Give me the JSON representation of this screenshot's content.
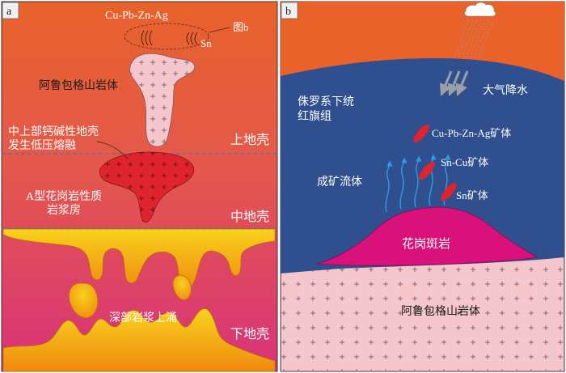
{
  "panel_a": {
    "tag": "a",
    "ore_label": "Cu-Pb-Zn-Ag",
    "sn_label": "Sn",
    "fig_ref": "图b",
    "pluton_label": "阿鲁包格山岩体",
    "melt_label_1": "中上部钙碱性地壳",
    "melt_label_2": "发生低压熔融",
    "upper_crust": "上地壳",
    "middle_crust": "中地壳",
    "lower_crust": "下地壳",
    "chamber_label_1": "A型花岗岩性质",
    "chamber_label_2": "岩浆房",
    "upwelling_label": "深部岩浆上涌"
  },
  "panel_b": {
    "tag": "b",
    "rain_label": "大气降水",
    "strata_label_1": "侏罗系下统",
    "strata_label_2": "红旗组",
    "orebody_1": "Cu-Pb-Zn-Ag矿体",
    "orebody_2": "Sn-Cu矿体",
    "orebody_3": "Sn矿体",
    "fluid_label": "成矿流体",
    "porphyry_label": "花岗斑岩",
    "pluton_label": "阿鲁包格山岩体"
  },
  "colors": {
    "orange_top": "#e8622a",
    "magenta_bottom": "#d8337a",
    "red_chamber": "#e0242e",
    "pink_pluton": "#f5c6cc",
    "blue_strata": "#2f4f8e",
    "porphyry": "#d8127a",
    "yellow_magma": "#f6c51a"
  }
}
